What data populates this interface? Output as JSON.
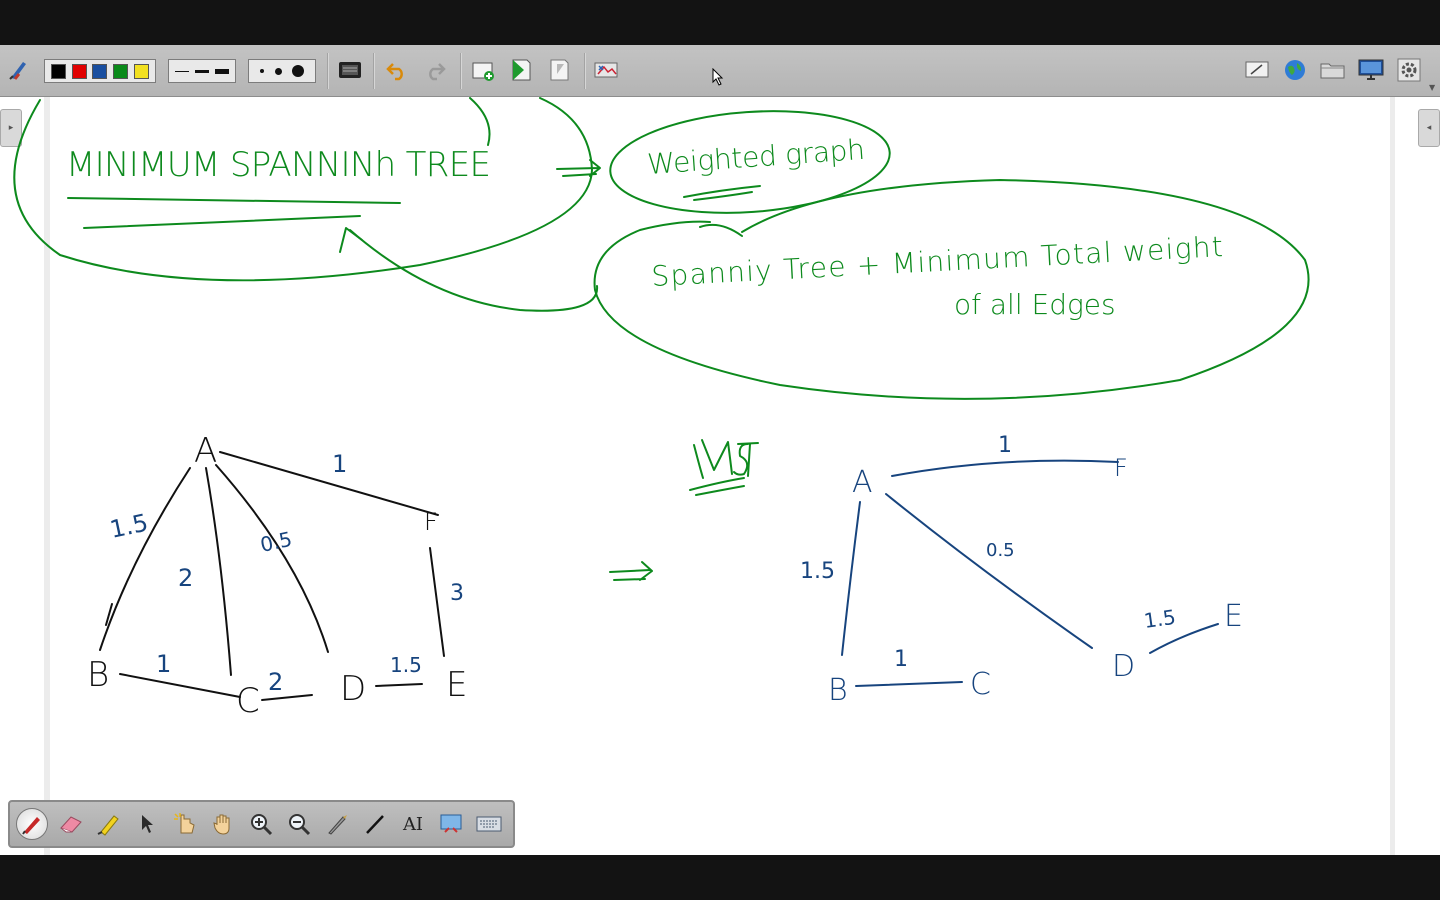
{
  "toolbar": {
    "colors": [
      "#000000",
      "#e00000",
      "#1a4fa0",
      "#0a8a1a",
      "#f2e020"
    ],
    "icons": {
      "app": "pen-tools-icon",
      "screen-capture": "screen-capture-icon",
      "undo": "undo-icon",
      "redo": "redo-icon",
      "add-page": "add-page-icon",
      "next-page": "next-page-icon",
      "prev-page": "prev-page-icon",
      "gallery": "gallery-icon",
      "whiteboard": "whiteboard-icon",
      "internet": "globe-icon",
      "folder": "folder-icon",
      "display": "display-icon",
      "settings": "gear-icon"
    }
  },
  "board": {
    "title_text": "MINIMUM SPANNINh TREE",
    "arrow_target": "Weighted graph",
    "definition_line1": "Spanniy Tree + Minimum Total weight",
    "definition_line2": "of all Edges",
    "mst_label": "MST",
    "colors": {
      "green_ink": "#0d8a1d",
      "blue_ink": "#17447e",
      "black_ink": "#111111"
    },
    "graph_left": {
      "nodes": [
        "A",
        "B",
        "C",
        "D",
        "E",
        "F"
      ],
      "edges": [
        {
          "from": "A",
          "to": "B",
          "weight": "1.5"
        },
        {
          "from": "A",
          "to": "C",
          "weight": "2"
        },
        {
          "from": "A",
          "to": "D",
          "weight": "0.5"
        },
        {
          "from": "A",
          "to": "F",
          "weight": "1"
        },
        {
          "from": "F",
          "to": "E",
          "weight": "3"
        },
        {
          "from": "B",
          "to": "C",
          "weight": "1"
        },
        {
          "from": "C",
          "to": "D",
          "weight": "2"
        },
        {
          "from": "D",
          "to": "E",
          "weight": "1.5"
        }
      ]
    },
    "graph_right": {
      "nodes": [
        "A",
        "B",
        "C",
        "D",
        "E",
        "F"
      ],
      "edges": [
        {
          "from": "A",
          "to": "F",
          "weight": "1"
        },
        {
          "from": "A",
          "to": "B",
          "weight": "1.5"
        },
        {
          "from": "A",
          "to": "D",
          "weight": "0.5"
        },
        {
          "from": "B",
          "to": "C",
          "weight": "1"
        },
        {
          "from": "D",
          "to": "E",
          "weight": "1.5"
        }
      ]
    }
  },
  "palette": {
    "tools": [
      {
        "name": "pen-tool",
        "icon": "pen-icon"
      },
      {
        "name": "eraser-tool",
        "icon": "eraser-icon"
      },
      {
        "name": "highlighter-tool",
        "icon": "highlighter-icon"
      },
      {
        "name": "select-tool",
        "icon": "arrow-cursor-icon"
      },
      {
        "name": "touch-tool",
        "icon": "pointer-hand-icon"
      },
      {
        "name": "pan-tool",
        "icon": "hand-icon"
      },
      {
        "name": "zoom-in-tool",
        "icon": "zoom-in-icon"
      },
      {
        "name": "zoom-out-tool",
        "icon": "zoom-out-icon"
      },
      {
        "name": "magic-pen-tool",
        "icon": "magic-pen-icon"
      },
      {
        "name": "line-tool",
        "icon": "line-icon"
      },
      {
        "name": "text-tool",
        "icon": "text-icon"
      },
      {
        "name": "capture-tool",
        "icon": "screen-capture-icon"
      },
      {
        "name": "keyboard-tool",
        "icon": "keyboard-icon"
      }
    ],
    "text_tool_label": "AI"
  }
}
